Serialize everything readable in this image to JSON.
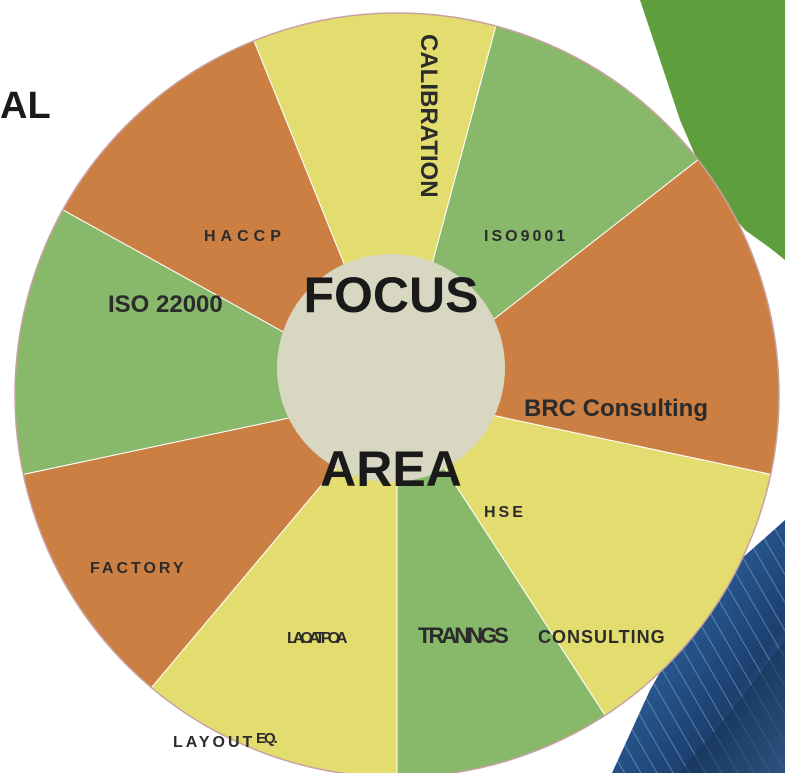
{
  "header": {
    "partial_title": "AL"
  },
  "wheel": {
    "center_top": "FOCUS",
    "center_bottom": "AREA",
    "segments": [
      {
        "label": "CALIBRATION",
        "color": "#e3dc6e"
      },
      {
        "label": "ISO9001",
        "color": "#88b86a"
      },
      {
        "label": "BRC Consulting",
        "color": "#cc7f43"
      },
      {
        "label": "HSE",
        "color": "#e3dc6e"
      },
      {
        "label": "CONSULTING",
        "color": "#e3dc6e"
      },
      {
        "label": "TRANNGS",
        "color": "#88b86a"
      },
      {
        "label": "LAOATPOA",
        "color": "#e3dc6e"
      },
      {
        "label": "LAYOUT",
        "color": "#e3dc6e"
      },
      {
        "label": "EQ.",
        "color": "#e3dc6e"
      },
      {
        "label": "FACTORY",
        "color": "#cc7f43"
      },
      {
        "label": "ISO 22000",
        "color": "#88b86a"
      },
      {
        "label": "HACCP",
        "color": "#cc7f43"
      }
    ],
    "hub_color": "#d8d7c2"
  },
  "colors": {
    "corner_green": "#5f9e3c",
    "photo_blue": "#2c5e98"
  }
}
